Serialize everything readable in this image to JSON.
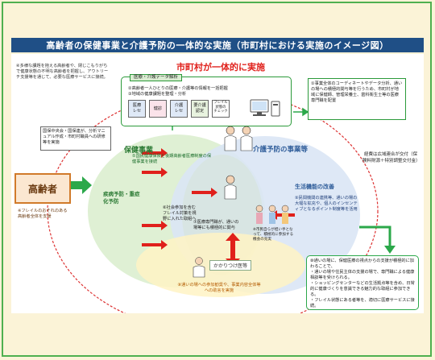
{
  "title": "高齢者の保健事業と介護予防の一体的な実施（市町村における実施のイメージ図）",
  "header_red": "市町村が一体的に実施",
  "top_left_note": "④多様な課題を抱える高齢者や、閉じこもりがちで健康状態の不明な高齢者を把握し、アウトリーチ支援等を通じて、必要な医療サービスに接続。",
  "data_panel": {
    "tag": "医療・介護データ解析",
    "line1": "②高齢者一人ひとりの医療・介護等の情報を一括把握",
    "line2": "③地域の健康課題を整理・分析",
    "mini_boxes": [
      "医療\nレセ",
      "健診",
      "介護\nレセ",
      "要介護\n認定",
      "フレイル\n状態の\nチェック"
    ]
  },
  "top_right_note": "①事業全体のコーディネートやデータ分析、通いの場への積極的関与等を行うため、市町村が地域に保健師、管理栄養士、歯科衛生士等の医療専門職を配置",
  "left_note": "国保中央会・国保連が、分析マニュアル作成・市町村職員への研修等を実施",
  "right_funding": "経費は広域連合が交付（保険料財源＋特別調整交付金）",
  "elderly_label": "高齢者",
  "elderly_note": "※フレイルのおそれのある高齢者全体を支援",
  "hoken_label": "保健事業",
  "hoken_item1": "⑤国民健康保険と後期高齢者医療制度の保健事業を接続",
  "disease_prev": "疾病予防・重症化予防",
  "hoken_item6": "⑥社会参加を含むフレイル対策を視野に入れた取組へ",
  "kaigo_label": "介護予防の事業等",
  "life_improve": "生活機能の改善",
  "kaigo_item9": "⑨民間機関の連携等、通いの場の大幅な拡充や、個人のインセンティブとなるポイント制度等を活用",
  "center_item7": "⑦医療専門職が、通いの場等にも積極的に関与",
  "elder_join_note": "※市民自らが担い手となって、積極的に参加する機会の充実",
  "doctor_label": "かかりつけ医等",
  "bottom_item8": "⑧通いの場への参加勧奨や、事業内容全体等への助言を実施",
  "bottom_right_box": [
    "⑩通いの場に、保健医療の視点からの支援が積極的に加わることで、",
    "・通いの場や住民主体の支援の場で、専門職による健康相談等を受けられる。",
    "・ショッピングセンターなどの生活拠点等を含め、日常的に健康づくりを意識できる魅力的な取組に参加できる。",
    "・フレイル状態にある者等を、適切に医療サービスに接続。"
  ],
  "colors": {
    "title_bg": "#1f4f86",
    "hoken_circle": "#dff0d4",
    "kaigo_circle": "#dae6f5",
    "arrow_red": "#e0201b",
    "arrow_green": "#2ba84a",
    "dashed_red": "#d33"
  }
}
